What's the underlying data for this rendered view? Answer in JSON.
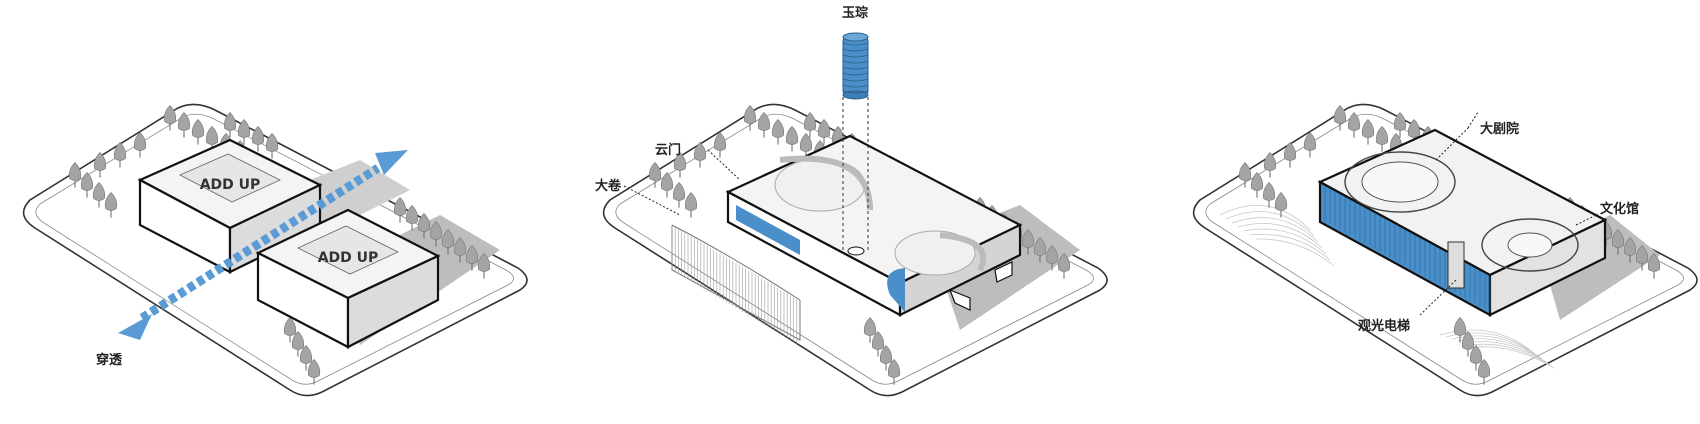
{
  "panel1": {
    "block_a_label": "ADD UP",
    "block_b_label": "ADD UP",
    "arrow_label": "穿透"
  },
  "panel2": {
    "tower_label": "玉琮",
    "gate_label": "云门",
    "scroll_label": "大卷"
  },
  "panel3": {
    "theater_label": "大剧院",
    "culture_label": "文化馆",
    "elevator_label": "观光电梯"
  },
  "colors": {
    "accent_blue": "#4a8fc9",
    "arrow_blue": "#5b9bd5",
    "line": "#111111",
    "tree": "#9a9a9a",
    "shadow": "#b8b8b8"
  }
}
